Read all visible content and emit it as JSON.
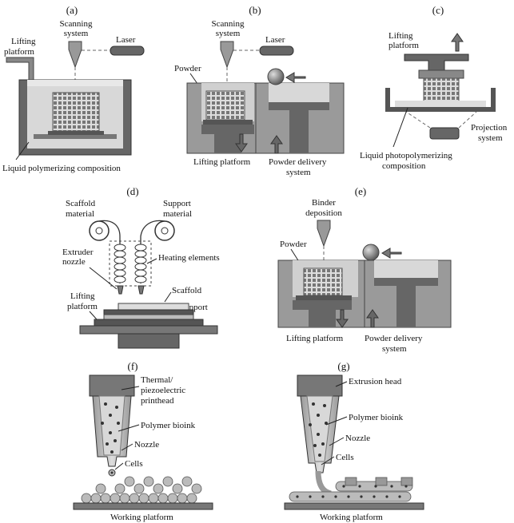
{
  "panels": {
    "a": {
      "letter": "(a)",
      "scanning_line1": "Scanning",
      "scanning_line2": "system",
      "laser": "Laser",
      "lifting_line1": "Lifting",
      "lifting_line2": "platform",
      "liquid": "Liquid polymerizing composition"
    },
    "b": {
      "letter": "(b)",
      "scanning_line1": "Scanning",
      "scanning_line2": "system",
      "laser": "Laser",
      "powder": "Powder",
      "lifting": "Lifting platform",
      "delivery_line1": "Powder delivery",
      "delivery_line2": "system"
    },
    "c": {
      "letter": "(c)",
      "lifting_line1": "Lifting",
      "lifting_line2": "platform",
      "projection_line1": "Projection",
      "projection_line2": "system",
      "liquid_line1": "Liquid photopolymerizing",
      "liquid_line2": "composition"
    },
    "d": {
      "letter": "(d)",
      "scaffold_mat_line1": "Scaffold",
      "scaffold_mat_line2": "material",
      "support_mat_line1": "Support",
      "support_mat_line2": "material",
      "extruder_line1": "Extruder",
      "extruder_line2": "nozzle",
      "heating": "Heating elements",
      "scaffold": "Scaffold",
      "support": "Support",
      "lifting_line1": "Lifting",
      "lifting_line2": "platform"
    },
    "e": {
      "letter": "(e)",
      "binder_line1": "Binder",
      "binder_line2": "deposition",
      "powder": "Powder",
      "lifting": "Lifting platform",
      "delivery_line1": "Powder delivery",
      "delivery_line2": "system"
    },
    "f": {
      "letter": "(f)",
      "head_line1": "Thermal/",
      "head_line2": "piezoelectric",
      "head_line3": "printhead",
      "bioink": "Polymer bioink",
      "nozzle": "Nozzle",
      "cells": "Cells",
      "platform": "Working platform"
    },
    "g": {
      "letter": "(g)",
      "head": "Extrusion head",
      "bioink": "Polymer bioink",
      "nozzle": "Nozzle",
      "cells": "Cells",
      "platform": "Working platform"
    }
  },
  "colors": {
    "dark": "#555555",
    "mid": "#8a8a8a",
    "light": "#c4c4c4",
    "pale": "#e4e4e4"
  }
}
